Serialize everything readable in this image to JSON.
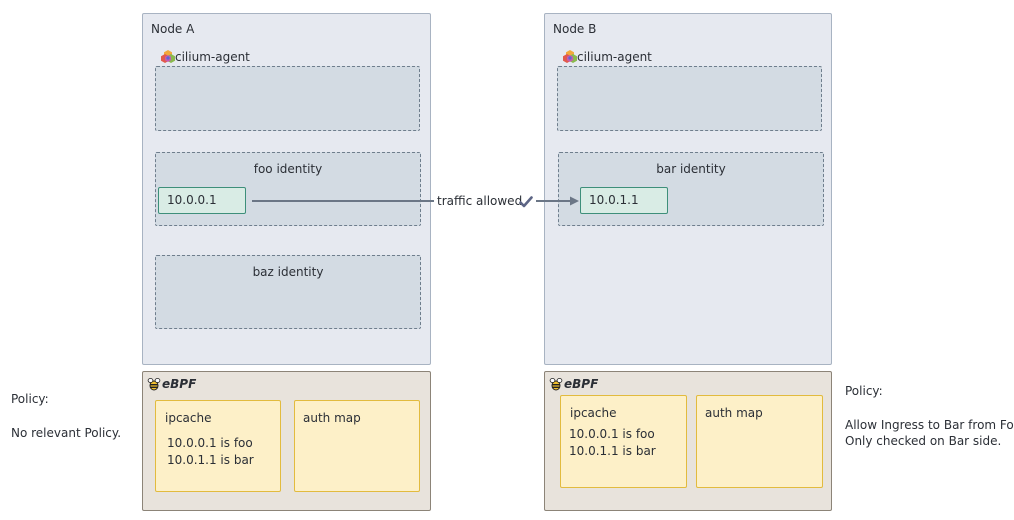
{
  "node_a": {
    "title": "Node A",
    "agent_label": "cilium-agent",
    "foo_identity": {
      "label": "foo identity",
      "ip": "10.0.0.1"
    },
    "baz_identity": {
      "label": "baz identity"
    }
  },
  "node_b": {
    "title": "Node B",
    "agent_label": "cilium-agent",
    "bar_identity": {
      "label": "bar identity",
      "ip": "10.0.1.1"
    }
  },
  "traffic": {
    "label": "traffic allowed",
    "status_icon": "checkmark-icon"
  },
  "ebpf_a": {
    "label": "eBPF",
    "ipcache": {
      "title": "ipcache",
      "entries": [
        "10.0.0.1 is foo",
        "10.0.1.1 is bar"
      ]
    },
    "auth_map": {
      "title": "auth map"
    }
  },
  "ebpf_b": {
    "label": "eBPF",
    "ipcache": {
      "title": "ipcache",
      "entries": [
        "10.0.0.1 is foo",
        "10.0.1.1 is bar"
      ]
    },
    "auth_map": {
      "title": "auth map"
    }
  },
  "policy_a": {
    "heading": "Policy:",
    "lines": [
      "No relevant Policy."
    ]
  },
  "policy_b": {
    "heading": "Policy:",
    "lines": [
      "Allow Ingress to Bar from Foo",
      "Only checked on Bar side."
    ]
  },
  "colors": {
    "node_bg": "#e6e9f0",
    "identity_bg": "#d3dbe3",
    "ip_border": "#3e8f7a",
    "map_bg": "#fdf0c8",
    "map_border": "#e2bb3e",
    "arrow": "#6b7686"
  }
}
